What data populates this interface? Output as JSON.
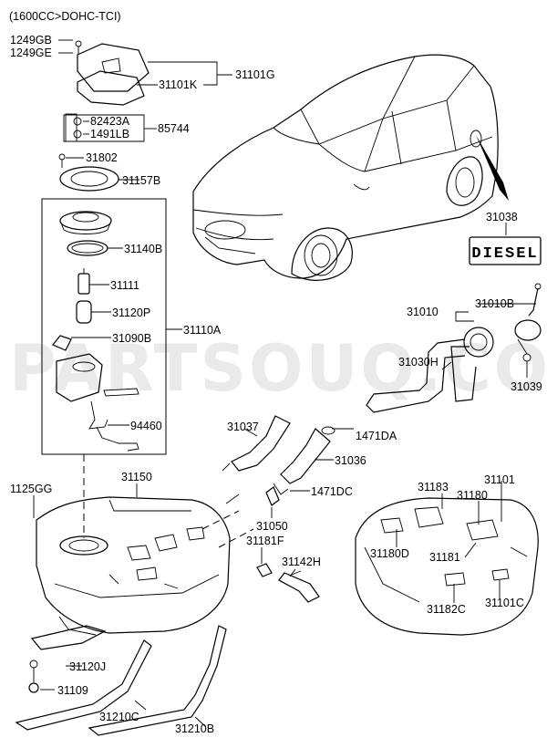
{
  "header": {
    "engine_note": "(1600CC>DOHC-TCI)"
  },
  "watermark": "PARTSOUQ.COM",
  "diesel_badge": "DIESEL",
  "parts": [
    "1249GB",
    "1249GE",
    "31101G",
    "31101K",
    "82423A",
    "85744",
    "1491LB",
    "31802",
    "31157B",
    "31140B",
    "31111",
    "31120P",
    "31110A",
    "31090B",
    "94460",
    "31038",
    "31010",
    "31010B",
    "31030H",
    "31039",
    "31037",
    "1471DA",
    "31036",
    "1471DC",
    "1125GG",
    "31150",
    "31050",
    "31181F",
    "31142H",
    "31183",
    "31101",
    "31180",
    "31180D",
    "31181",
    "31182C",
    "31101C",
    "31120J",
    "31109",
    "31210C",
    "31210B"
  ]
}
